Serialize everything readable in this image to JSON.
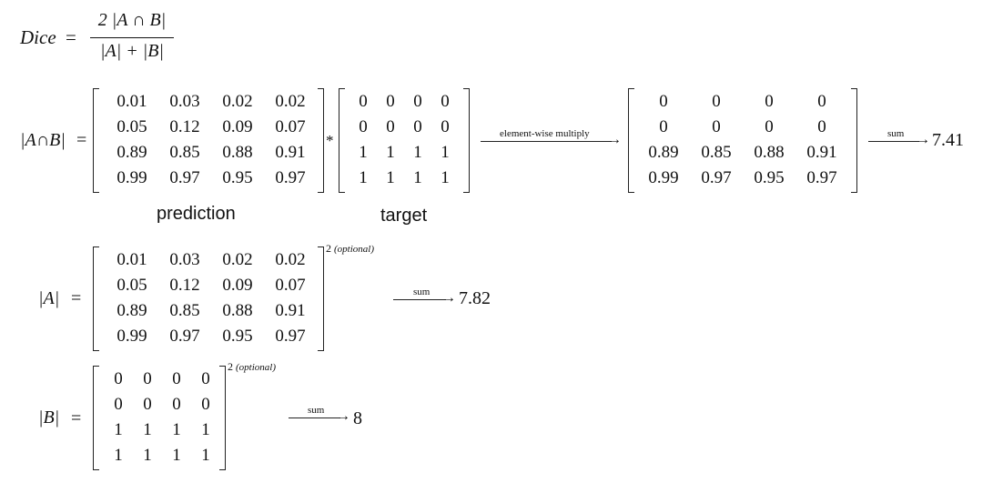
{
  "formula": {
    "lhs": "Dice",
    "equals": "=",
    "numerator": "2 |A ∩ B|",
    "denominator": "|A| + |B|"
  },
  "intersection": {
    "lhs": "|A∩B|",
    "equals": "=",
    "times": "*",
    "prediction": {
      "label": "prediction",
      "rows": [
        [
          "0.01",
          "0.03",
          "0.02",
          "0.02"
        ],
        [
          "0.05",
          "0.12",
          "0.09",
          "0.07"
        ],
        [
          "0.89",
          "0.85",
          "0.88",
          "0.91"
        ],
        [
          "0.99",
          "0.97",
          "0.95",
          "0.97"
        ]
      ]
    },
    "target": {
      "label": "target",
      "rows": [
        [
          "0",
          "0",
          "0",
          "0"
        ],
        [
          "0",
          "0",
          "0",
          "0"
        ],
        [
          "1",
          "1",
          "1",
          "1"
        ],
        [
          "1",
          "1",
          "1",
          "1"
        ]
      ]
    },
    "multiply_label": "element-wise multiply",
    "product": {
      "rows": [
        [
          "0",
          "0",
          "0",
          "0"
        ],
        [
          "0",
          "0",
          "0",
          "0"
        ],
        [
          "0.89",
          "0.85",
          "0.88",
          "0.91"
        ],
        [
          "0.99",
          "0.97",
          "0.95",
          "0.97"
        ]
      ]
    },
    "sum_label": "sum",
    "sum_value": "7.41"
  },
  "set_a": {
    "lhs": "|A|",
    "equals": "=",
    "exponent": "2",
    "optional": "(optional)",
    "rows": [
      [
        "0.01",
        "0.03",
        "0.02",
        "0.02"
      ],
      [
        "0.05",
        "0.12",
        "0.09",
        "0.07"
      ],
      [
        "0.89",
        "0.85",
        "0.88",
        "0.91"
      ],
      [
        "0.99",
        "0.97",
        "0.95",
        "0.97"
      ]
    ],
    "sum_label": "sum",
    "sum_value": "7.82"
  },
  "set_b": {
    "lhs": "|B|",
    "equals": "=",
    "exponent": "2",
    "optional": "(optional)",
    "rows": [
      [
        "0",
        "0",
        "0",
        "0"
      ],
      [
        "0",
        "0",
        "0",
        "0"
      ],
      [
        "1",
        "1",
        "1",
        "1"
      ],
      [
        "1",
        "1",
        "1",
        "1"
      ]
    ],
    "sum_label": "sum",
    "sum_value": "8"
  }
}
